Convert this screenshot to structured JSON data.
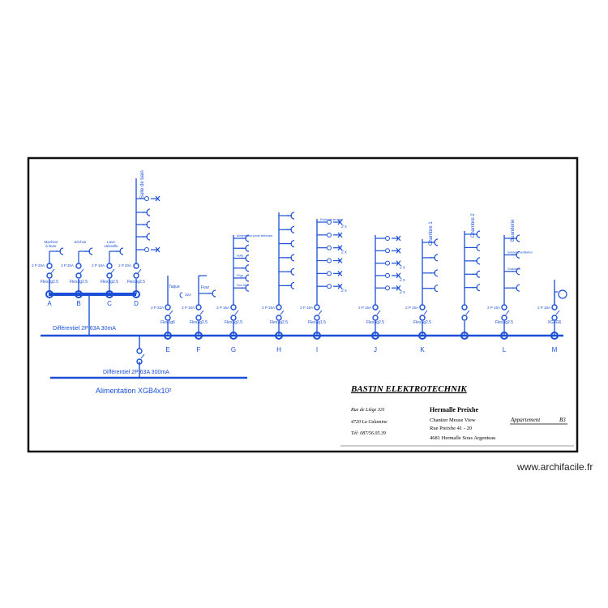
{
  "colors": {
    "wire": "#1a4fd6",
    "frame": "#111111",
    "divider": "#9a9a9a"
  },
  "supply": {
    "feed": "Alimentation XGB4x10²",
    "diff_main": "Différentiel 2P 63A 300mA",
    "diff_30": "Différentiel 2P 63A 30mA"
  },
  "circuits_30mA": [
    {
      "letter": "A",
      "rating": "2 P 20A",
      "cable": "Flex3g2.5",
      "title": "Machine à laver"
    },
    {
      "letter": "B",
      "rating": "2 P 20A",
      "cable": "Flex3g2.5",
      "title": "Séchoir"
    },
    {
      "letter": "C",
      "rating": "2 P 16A",
      "cable": "Flex3g2.5",
      "title": "Lave vaisselle"
    },
    {
      "letter": "D",
      "rating": "2 P 20A",
      "cable": "Flex3g2.5",
      "title": "Salle de bain"
    }
  ],
  "circuits_main": [
    {
      "letter": "E",
      "rating": "2 P 32A",
      "cable": "Flex3g6",
      "title": "Taque",
      "note": "32A"
    },
    {
      "letter": "F",
      "rating": "2 P 16A",
      "cable": "Flex3g2.5",
      "title": "Four"
    },
    {
      "letter": "G",
      "rating": "2 P 16A",
      "cable": "Flex3g2.5",
      "branches": [
        "Alimentation poste télévision",
        "",
        "Hotte",
        "",
        "Frigo",
        "Four M.O"
      ]
    },
    {
      "letter": "H",
      "rating": "2 P 16A",
      "cable": "Flex3g2.5"
    },
    {
      "letter": "I",
      "rating": "2 P 16A",
      "cable": "Flex3g1.5",
      "branches": [
        "Eclairage terrasse",
        "",
        "",
        "",
        "",
        ""
      ],
      "qty": [
        "2 x",
        "",
        "2 x",
        "",
        "",
        "2 x"
      ]
    },
    {
      "letter": "J",
      "rating": "2 P 16A",
      "cable": "Flex3g2.5",
      "qty": [
        "",
        "",
        "2 x",
        "2 x",
        "2 x"
      ]
    },
    {
      "letter": "K",
      "rating": "2 P 16A",
      "cable": "Flex3g2.5",
      "title": "Chambre 1"
    },
    {
      "letter": "",
      "rating": "",
      "cable": "",
      "title": "Chambre 2"
    },
    {
      "letter": "L",
      "rating": "2 P 16A",
      "cable": "Flex3g2.5",
      "title": "Buanderie",
      "branches": [
        "",
        "Sonnerie ventilation",
        "Chaudière",
        ""
      ]
    },
    {
      "letter": "M",
      "rating": "2 P 16A",
      "cable": "XG3G6"
    }
  ],
  "titleblock": {
    "company": "BASTIN ELEKTROTECHNIK",
    "address": [
      "Rue de Liège 331",
      "4720 La Calamine",
      "Tél: 087/56.05.39"
    ],
    "project": "Hermalle Preixhe",
    "project_lines": [
      "Chantier Meuse View",
      "Rue Preixhe 41 - 20",
      "4681 Hermalle Sous Argenteau"
    ],
    "unit_label": "Appartement",
    "unit": "B3"
  },
  "watermark": "www.archifacile.fr"
}
